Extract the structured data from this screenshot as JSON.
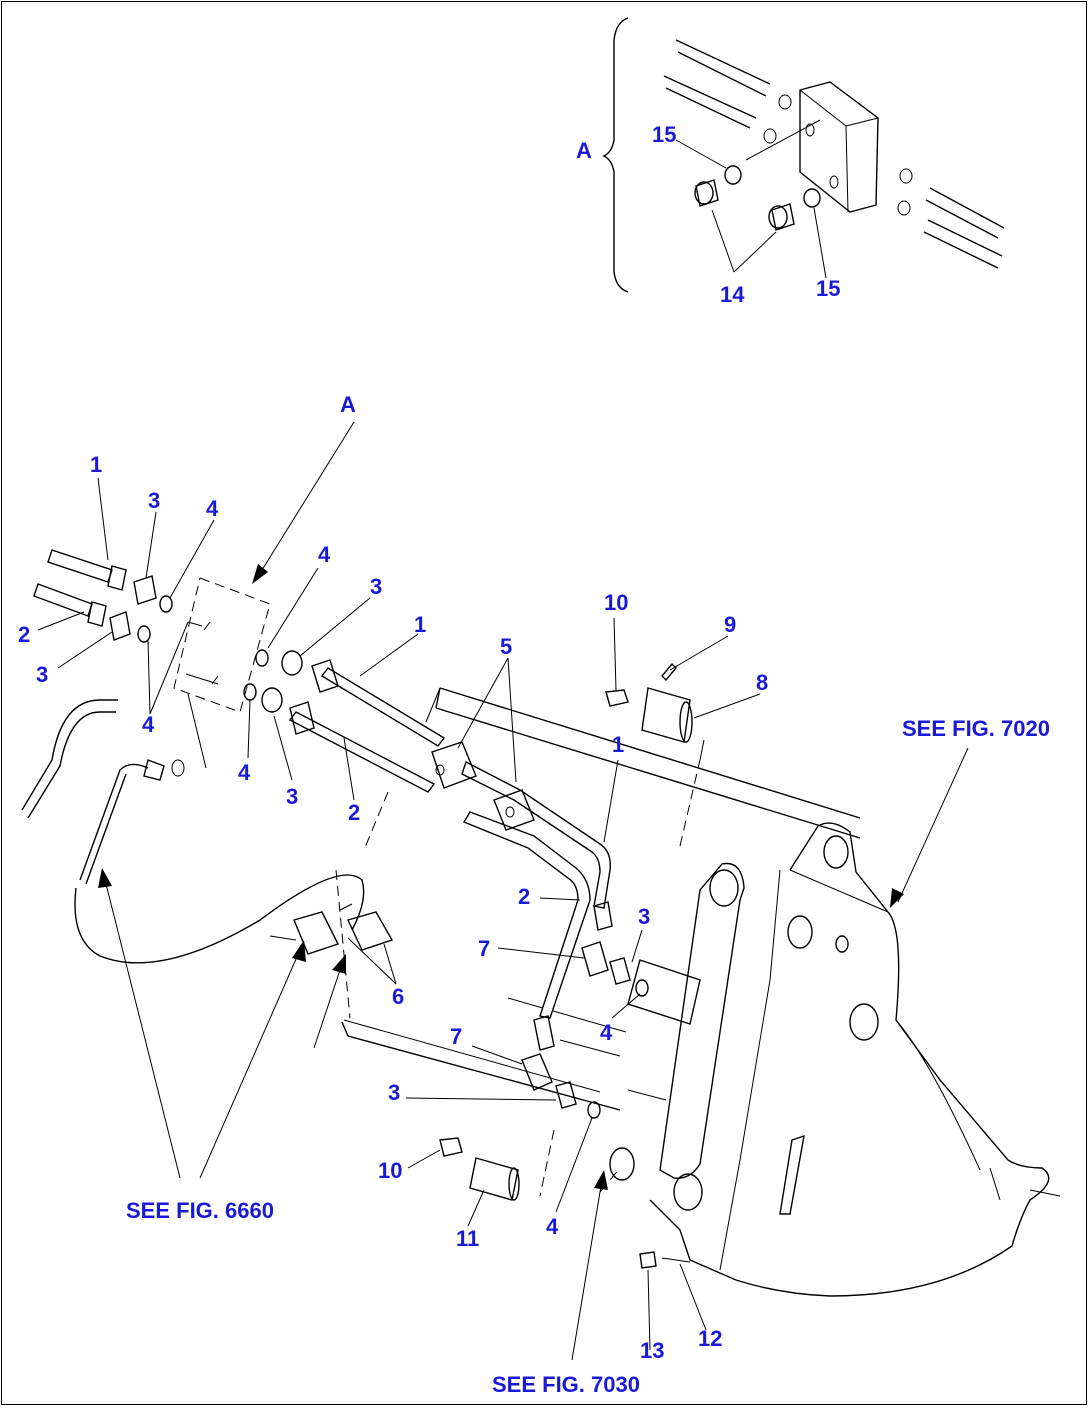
{
  "callouts": {
    "n1a": "1",
    "n1b": "1",
    "n1c": "1",
    "n2a": "2",
    "n2b": "2",
    "n2c": "2",
    "n3a": "3",
    "n3b": "3",
    "n3c": "3",
    "n3d": "3",
    "n3e": "3",
    "n3f": "3",
    "n4a": "4",
    "n4b": "4",
    "n4c": "4",
    "n4d": "4",
    "n4e": "4",
    "n4f": "4",
    "n5": "5",
    "n6": "6",
    "n7a": "7",
    "n7b": "7",
    "n8": "8",
    "n9": "9",
    "n10a": "10",
    "n10b": "10",
    "n11": "11",
    "n12": "12",
    "n13": "13",
    "n14": "14",
    "n15a": "15",
    "n15b": "15",
    "detail_a": "A",
    "view_a": "A"
  },
  "references": {
    "fig7020": "SEE FIG. 7020",
    "fig6660": "SEE FIG. 6660",
    "fig7030": "SEE FIG. 7030"
  }
}
